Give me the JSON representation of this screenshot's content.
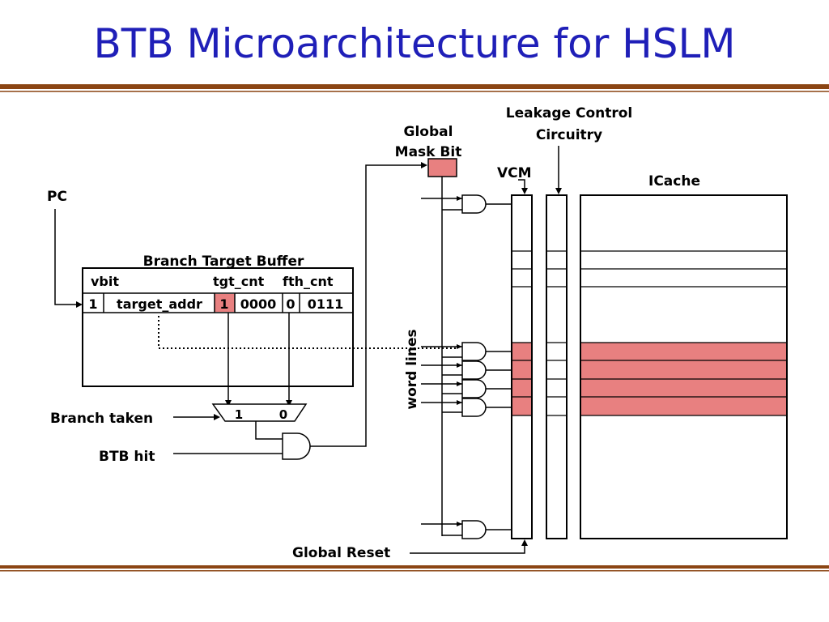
{
  "slide": {
    "title": "BTB Microarchitecture for HSLM"
  },
  "labels": {
    "pc": "PC",
    "global_mask_bit_line1": "Global",
    "global_mask_bit_line2": "Mask Bit",
    "leakage_control_line1": "Leakage Control",
    "leakage_control_line2": "Circuitry",
    "vcm": "VCM",
    "icache": "ICache",
    "btb_title": "Branch Target Buffer",
    "word_lines": "word lines",
    "branch_taken": "Branch taken",
    "btb_hit": "BTB hit",
    "global_reset": "Global Reset"
  },
  "btb": {
    "headers": {
      "vbit": "vbit",
      "tgt_cnt": "tgt_cnt",
      "fth_cnt": "fth_cnt"
    },
    "row": {
      "vbit": "1",
      "target_addr": "target_addr",
      "tgt_flag": "1",
      "tgt_cnt": "0000",
      "fth_flag": "0",
      "fth_cnt": "0111"
    }
  },
  "mux": {
    "input1": "1",
    "input0": "0"
  },
  "colors": {
    "title": "#1f1fb8",
    "highlight": "#e88080",
    "rule": "#8b4513"
  }
}
